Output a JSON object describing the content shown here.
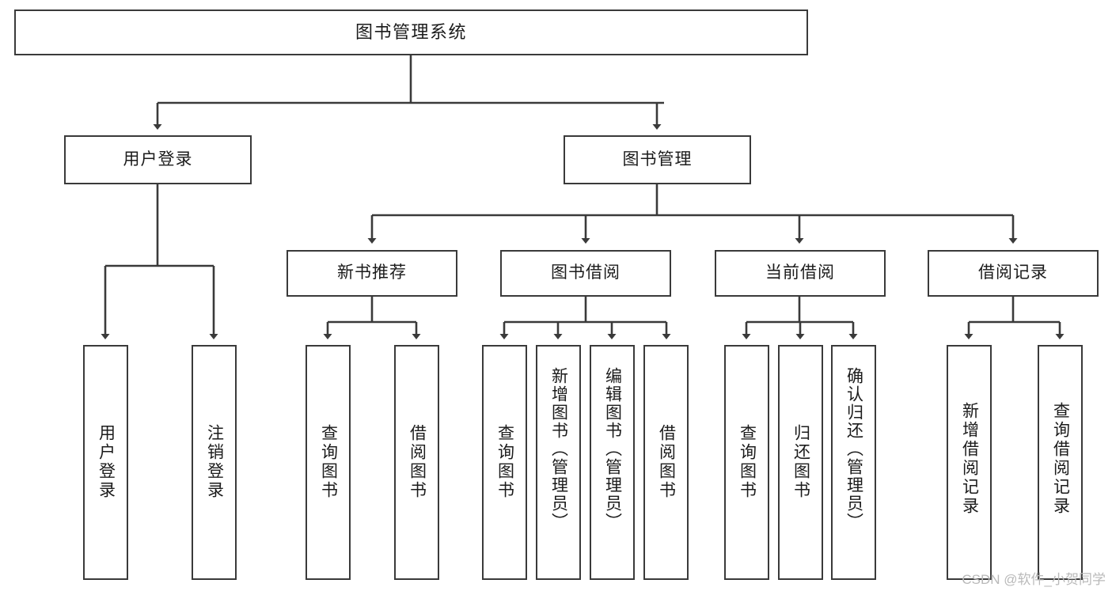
{
  "diagram": {
    "title": "图书管理系统",
    "type": "hierarchy-tree",
    "watermark": "CSDN @软件_小贺同学",
    "colors": {
      "box_border": "#3a3a3a",
      "box_fill": "#ffffff",
      "connector": "#3a3a3a",
      "text": "#1b1b1b",
      "watermark": "#b9b9b9"
    },
    "nodes": {
      "root": "图书管理系统",
      "level2": {
        "user_login": "用户登录",
        "book_manage": "图书管理"
      },
      "level3": {
        "new_book_rec": "新书推荐",
        "book_borrow": "图书借阅",
        "current_borrow": "当前借阅",
        "borrow_record": "借阅记录"
      },
      "leaves": {
        "login_user": "用户登录",
        "logout_user": "注销登录",
        "rec_query_book": "查询图书",
        "rec_borrow_book": "借阅图书",
        "brw_query_book": "查询图书",
        "brw_add_book": "新增图书（管理员）",
        "brw_edit_book": "编辑图书（管理员）",
        "brw_borrow_book": "借阅图书",
        "cur_query_book": "查询图书",
        "cur_return_book": "归还图书",
        "cur_confirm_return": "确认归还（管理员）",
        "rec_add_record": "新增借阅记录",
        "rec_query_record": "查询借阅记录"
      }
    }
  }
}
